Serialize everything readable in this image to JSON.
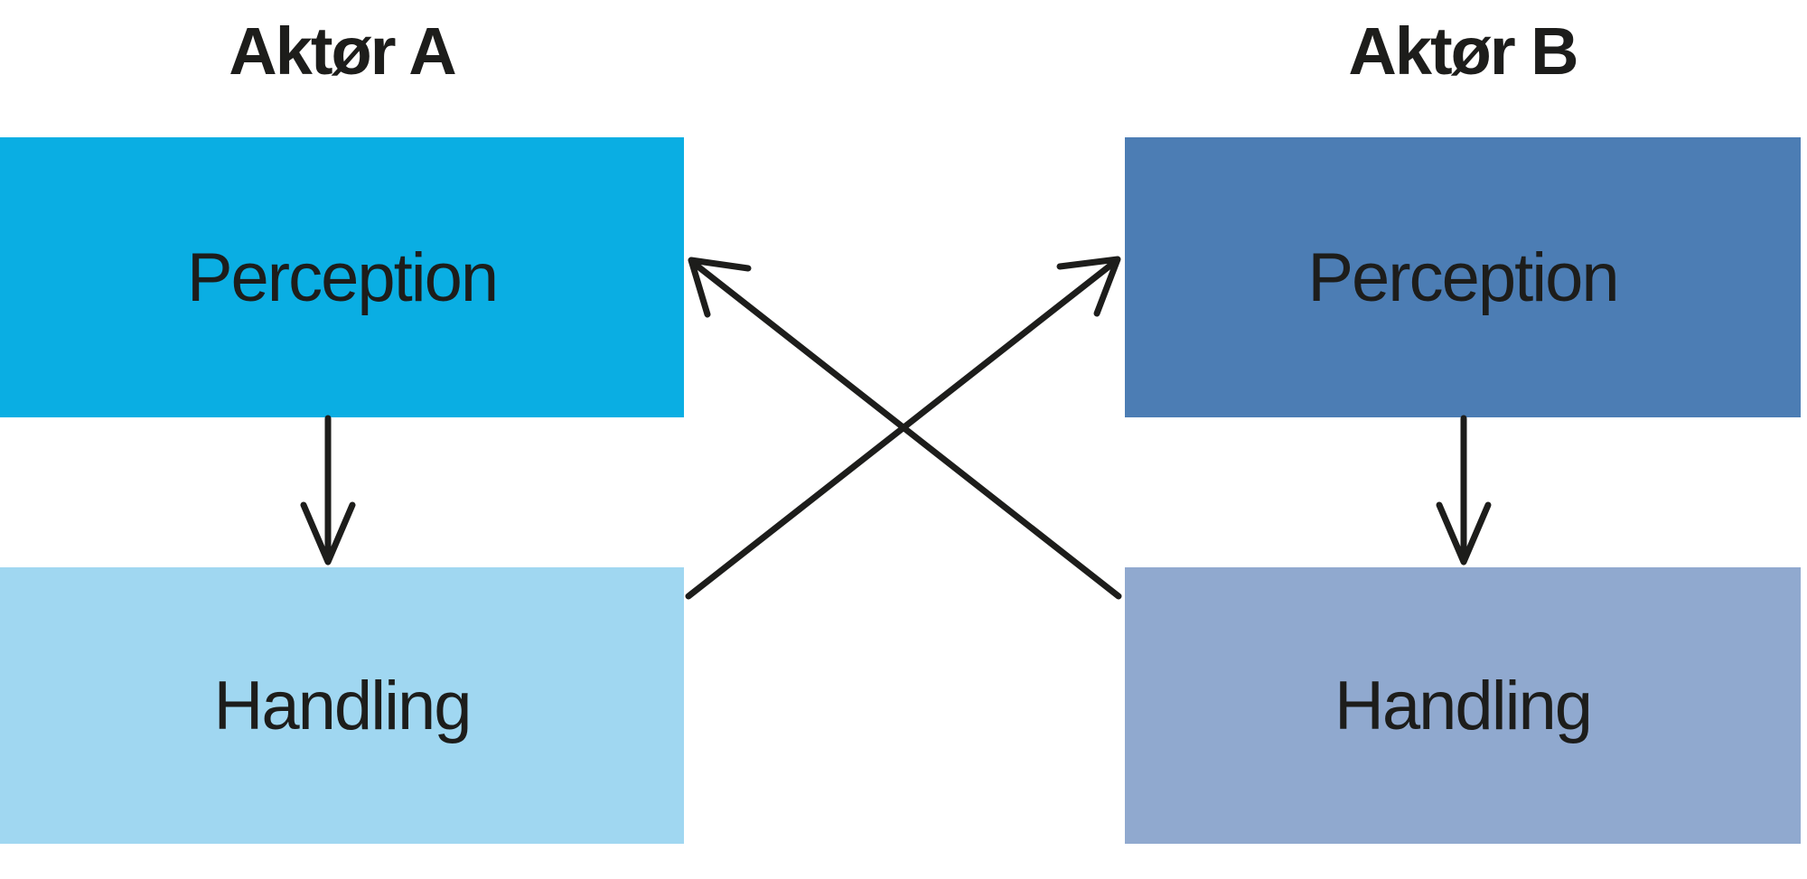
{
  "page": {
    "background": "#ffffff"
  },
  "diagram": {
    "line_color": "#1d1d1b",
    "text_color": "#1d1d1b",
    "actor_a": {
      "title": "Aktør A",
      "perception": {
        "label": "Perception",
        "color": "#0aaee3"
      },
      "handling": {
        "label": "Handling",
        "color": "#a0d7f1"
      }
    },
    "actor_b": {
      "title": "Aktør B",
      "perception": {
        "label": "Perception",
        "color": "#4c7db4"
      },
      "handling": {
        "label": "Handling",
        "color": "#90a9cf"
      }
    },
    "arrows": [
      {
        "from": "actor-a-perception",
        "to": "actor-a-handling",
        "style": "vertical"
      },
      {
        "from": "actor-b-perception",
        "to": "actor-b-handling",
        "style": "vertical"
      },
      {
        "from": "actor-a-handling",
        "to": "actor-b-perception",
        "style": "diagonal"
      },
      {
        "from": "actor-b-handling",
        "to": "actor-a-perception",
        "style": "diagonal"
      }
    ]
  }
}
